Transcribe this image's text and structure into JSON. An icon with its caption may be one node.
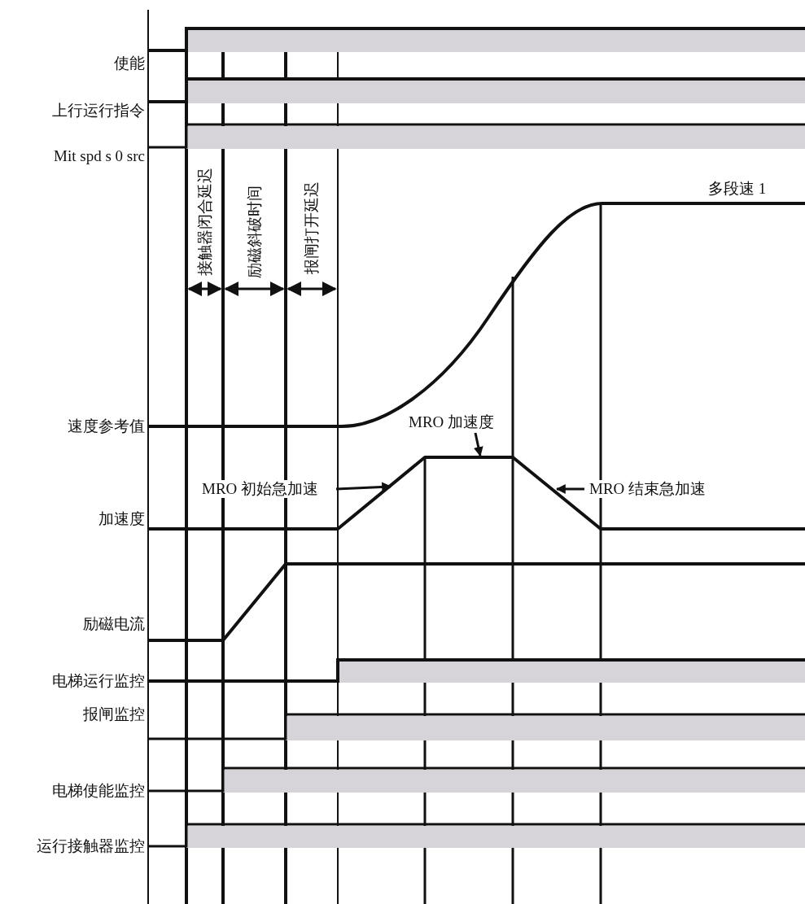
{
  "diagram": {
    "nodes": [
      {
        "text": [
          "MRO 初始急加速"
        ]
      },
      {
        "text": [
          "MRO 加速度"
        ]
      },
      {
        "text": [
          "MRO 结束急加速"
        ]
      }
    ],
    "edges": [
      {
        "from": 0,
        "to": null,
        "arrow": "to"
      },
      {
        "from": 1,
        "to": null,
        "arrow": "to"
      },
      {
        "from": 2,
        "to": null,
        "arrow": "to"
      }
    ],
    "labels": [
      "使能",
      "上行运行指令",
      "Mit spd s 0 src",
      "接触器闭合延迟",
      "励磁斜破时间",
      "报闸打开延迟",
      "多段速 1",
      "速度参考值",
      "加速度",
      "励磁电流",
      "电梯运行监控",
      "报闸监控",
      "电梯使能监控",
      "运行接触器监控"
    ]
  }
}
